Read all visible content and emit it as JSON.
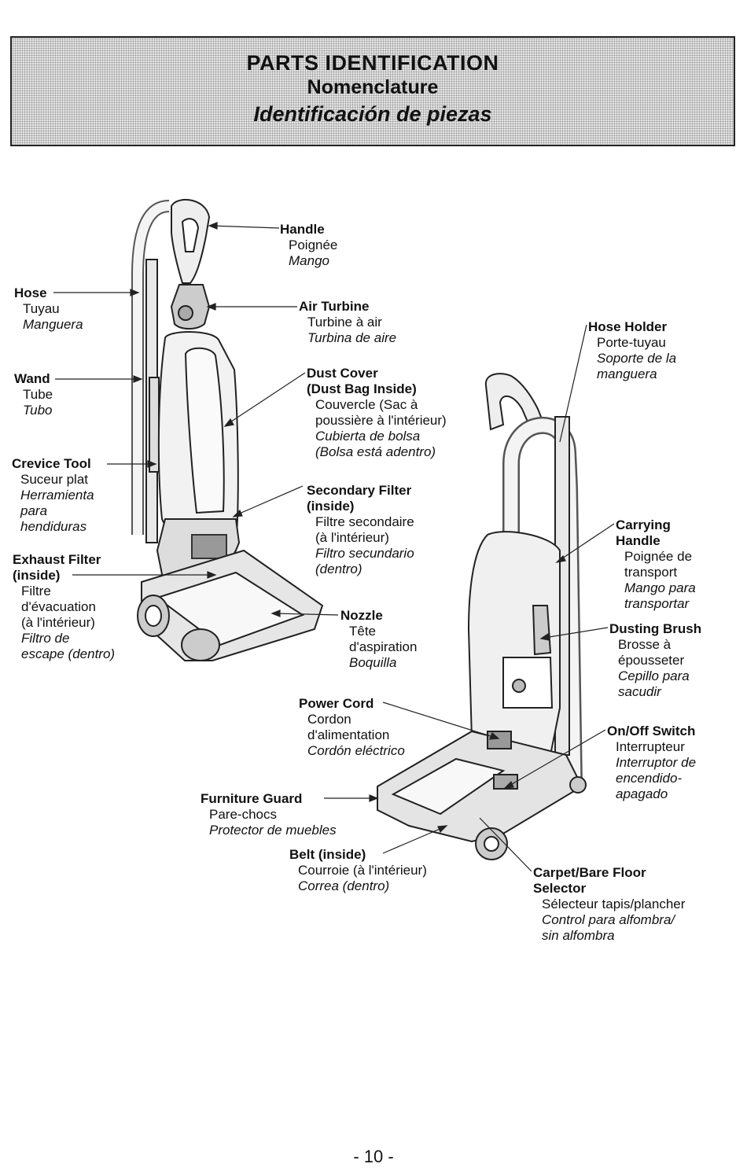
{
  "header": {
    "title_en": "PARTS IDENTIFICATION",
    "title_fr": "Nomenclature",
    "title_es": "Identificación de piezas"
  },
  "parts": {
    "handle": {
      "en": "Handle",
      "fr": "Poignée",
      "es": "Mango"
    },
    "hose": {
      "en": "Hose",
      "fr": "Tuyau",
      "es": "Manguera"
    },
    "air_turbine": {
      "en": "Air Turbine",
      "fr": "Turbine à air",
      "es": "Turbina de aire"
    },
    "hose_holder": {
      "en": "Hose Holder",
      "fr": "Porte-tuyau",
      "es1": "Soporte de la",
      "es2": "manguera"
    },
    "wand": {
      "en": "Wand",
      "fr": "Tube",
      "es": "Tubo"
    },
    "dust_cover": {
      "en1": "Dust Cover",
      "en2": "(Dust Bag Inside)",
      "fr1": "Couvercle (Sac à",
      "fr2": "poussière à l'intérieur)",
      "es1": "Cubierta de bolsa",
      "es2": "(Bolsa está adentro)"
    },
    "crevice_tool": {
      "en": "Crevice Tool",
      "fr": "Suceur plat",
      "es1": "Herramienta",
      "es2": "para",
      "es3": "hendiduras"
    },
    "secondary_filter": {
      "en1": "Secondary Filter",
      "en2": "(inside)",
      "fr1": "Filtre secondaire",
      "fr2": "(à l'intérieur)",
      "es1": "Filtro secundario",
      "es2": "(dentro)"
    },
    "carrying_handle": {
      "en1": "Carrying",
      "en2": "Handle",
      "fr1": "Poignée de",
      "fr2": "transport",
      "es1": "Mango para",
      "es2": "transportar"
    },
    "exhaust_filter": {
      "en1": "Exhaust Filter",
      "en2": "(inside)",
      "fr1": "Filtre",
      "fr2": "d'évacuation",
      "fr3": "(à l'intérieur)",
      "es1": "Filtro de",
      "es2": "escape (dentro)"
    },
    "nozzle": {
      "en": "Nozzle",
      "fr1": "Tête",
      "fr2": "d'aspiration",
      "es": "Boquilla"
    },
    "dusting_brush": {
      "en": "Dusting Brush",
      "fr1": "Brosse à",
      "fr2": "épousseter",
      "es1": "Cepillo para",
      "es2": "sacudir"
    },
    "power_cord": {
      "en": "Power Cord",
      "fr1": "Cordon",
      "fr2": "d'alimentation",
      "es": "Cordón eléctrico"
    },
    "onoff_switch": {
      "en": "On/Off Switch",
      "fr": "Interrupteur",
      "es1": "Interruptor de",
      "es2": "encendido-",
      "es3": "apagado"
    },
    "furniture_guard": {
      "en": "Furniture Guard",
      "fr": "Pare-chocs",
      "es": "Protector de muebles"
    },
    "belt": {
      "en": "Belt (inside)",
      "fr": "Courroie (à l'intérieur)",
      "es": "Correa (dentro)"
    },
    "floor_selector": {
      "en1": "Carpet/Bare Floor",
      "en2": "Selector",
      "fr": "Sélecteur tapis/plancher",
      "es1": "Control para alfombra/",
      "es2": "sin alfombra"
    }
  },
  "footer": {
    "page_number": "- 10 -"
  }
}
